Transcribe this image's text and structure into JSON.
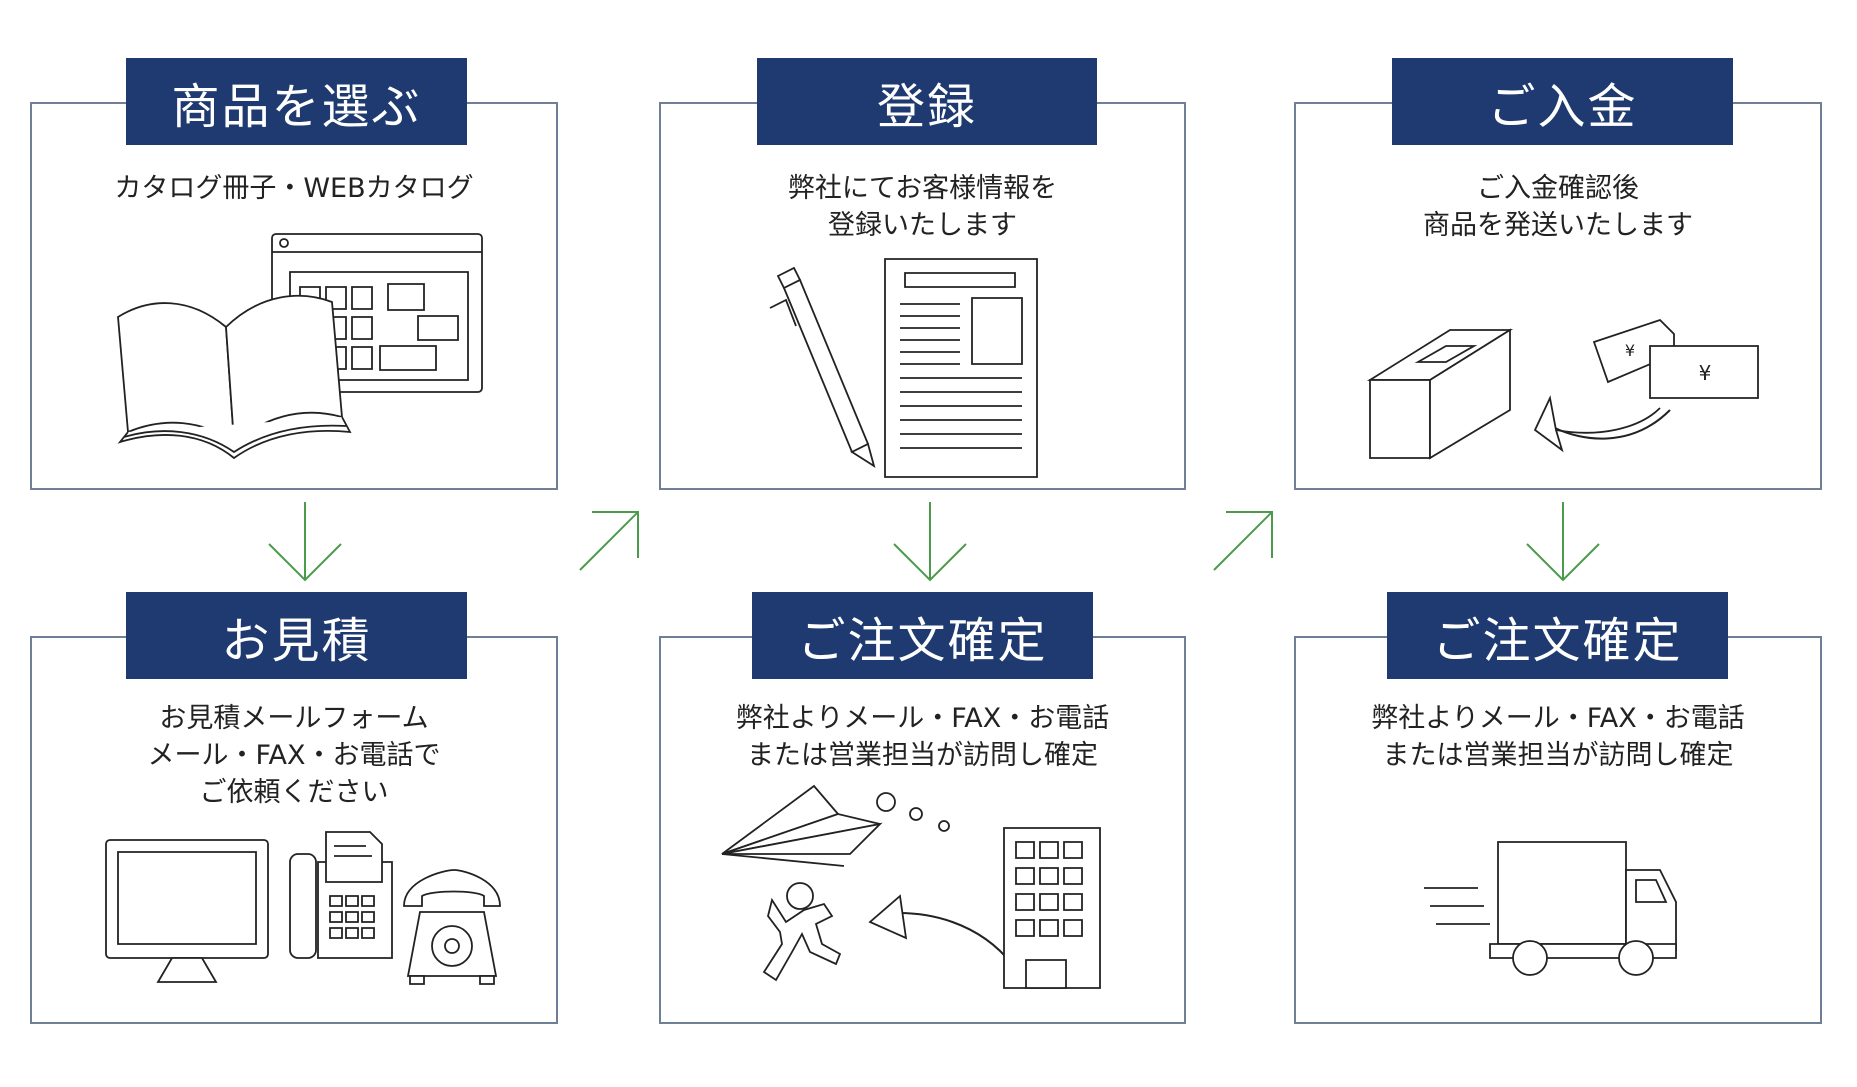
{
  "colors": {
    "navy": "#1e3a70",
    "border": "#6f7f96",
    "arrow": "#4c9a4c",
    "line": "#222222"
  },
  "steps": {
    "select": {
      "title": "商品を選ぶ",
      "lines": [
        "カタログ冊子・WEBカタログ"
      ],
      "icon": "catalog-book-and-web-page-icon"
    },
    "register": {
      "title": "登録",
      "lines": [
        "弊社にてお客様情報を",
        "登録いたします"
      ],
      "icon": "pen-and-form-icon"
    },
    "payment": {
      "title": "ご入金",
      "lines": [
        "ご入金確認後",
        "商品を発送いたします"
      ],
      "icon": "box-and-money-icon"
    },
    "estimate": {
      "title": "お見積",
      "lines": [
        "お見積メールフォーム",
        "メール・FAX・お電話で",
        "ご依頼ください"
      ],
      "icon": "computer-fax-phone-icon"
    },
    "order1": {
      "title": "ご注文確定",
      "lines": [
        "弊社よりメール・FAX・お電話",
        "または営業担当が訪問し確定"
      ],
      "icon": "paper-plane-building-runner-icon"
    },
    "order2": {
      "title": "ご注文確定",
      "lines": [
        "弊社よりメール・FAX・お電話",
        "または営業担当が訪問し確定"
      ],
      "icon": "delivery-truck-icon"
    }
  }
}
